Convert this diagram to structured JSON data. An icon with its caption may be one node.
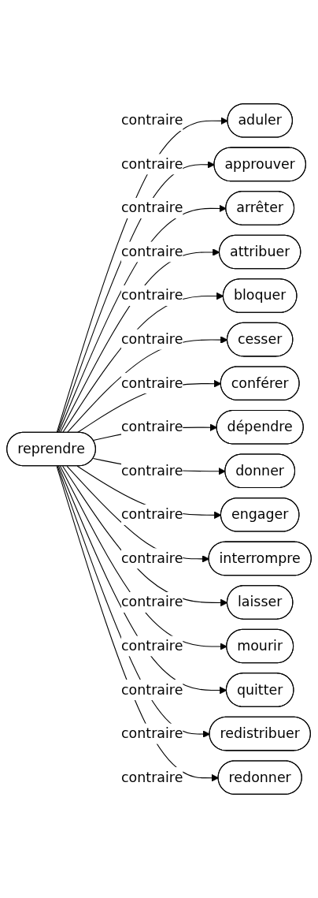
{
  "diagram": {
    "nodes": [
      {
        "text": [
          "reprendre"
        ]
      },
      {
        "text": [
          "aduler"
        ]
      },
      {
        "text": [
          "approuver"
        ]
      },
      {
        "text": [
          "arrêter"
        ]
      },
      {
        "text": [
          "attribuer"
        ]
      },
      {
        "text": [
          "bloquer"
        ]
      },
      {
        "text": [
          "cesser"
        ]
      },
      {
        "text": [
          "conférer"
        ]
      },
      {
        "text": [
          "dépendre"
        ]
      },
      {
        "text": [
          "donner"
        ]
      },
      {
        "text": [
          "engager"
        ]
      },
      {
        "text": [
          "interrompre"
        ]
      },
      {
        "text": [
          "laisser"
        ]
      },
      {
        "text": [
          "mourir"
        ]
      },
      {
        "text": [
          "quitter"
        ]
      },
      {
        "text": [
          "redistribuer"
        ]
      },
      {
        "text": [
          "redonner"
        ]
      }
    ],
    "edges": [
      {
        "from": 0,
        "to": 1,
        "arrow": "to",
        "label": "contraire"
      },
      {
        "from": 0,
        "to": 2,
        "arrow": "to",
        "label": "contraire"
      },
      {
        "from": 0,
        "to": 3,
        "arrow": "to",
        "label": "contraire"
      },
      {
        "from": 0,
        "to": 4,
        "arrow": "to",
        "label": "contraire"
      },
      {
        "from": 0,
        "to": 5,
        "arrow": "to",
        "label": "contraire"
      },
      {
        "from": 0,
        "to": 6,
        "arrow": "to",
        "label": "contraire"
      },
      {
        "from": 0,
        "to": 7,
        "arrow": "to",
        "label": "contraire"
      },
      {
        "from": 0,
        "to": 8,
        "arrow": "to",
        "label": "contraire"
      },
      {
        "from": 0,
        "to": 9,
        "arrow": "to",
        "label": "contraire"
      },
      {
        "from": 0,
        "to": 10,
        "arrow": "to",
        "label": "contraire"
      },
      {
        "from": 0,
        "to": 11,
        "arrow": "to",
        "label": "contraire"
      },
      {
        "from": 0,
        "to": 12,
        "arrow": "to",
        "label": "contraire"
      },
      {
        "from": 0,
        "to": 13,
        "arrow": "to",
        "label": "contraire"
      },
      {
        "from": 0,
        "to": 14,
        "arrow": "to",
        "label": "contraire"
      },
      {
        "from": 0,
        "to": 15,
        "arrow": "to",
        "label": "contraire"
      },
      {
        "from": 0,
        "to": 16,
        "arrow": "to",
        "label": "contraire"
      }
    ]
  }
}
